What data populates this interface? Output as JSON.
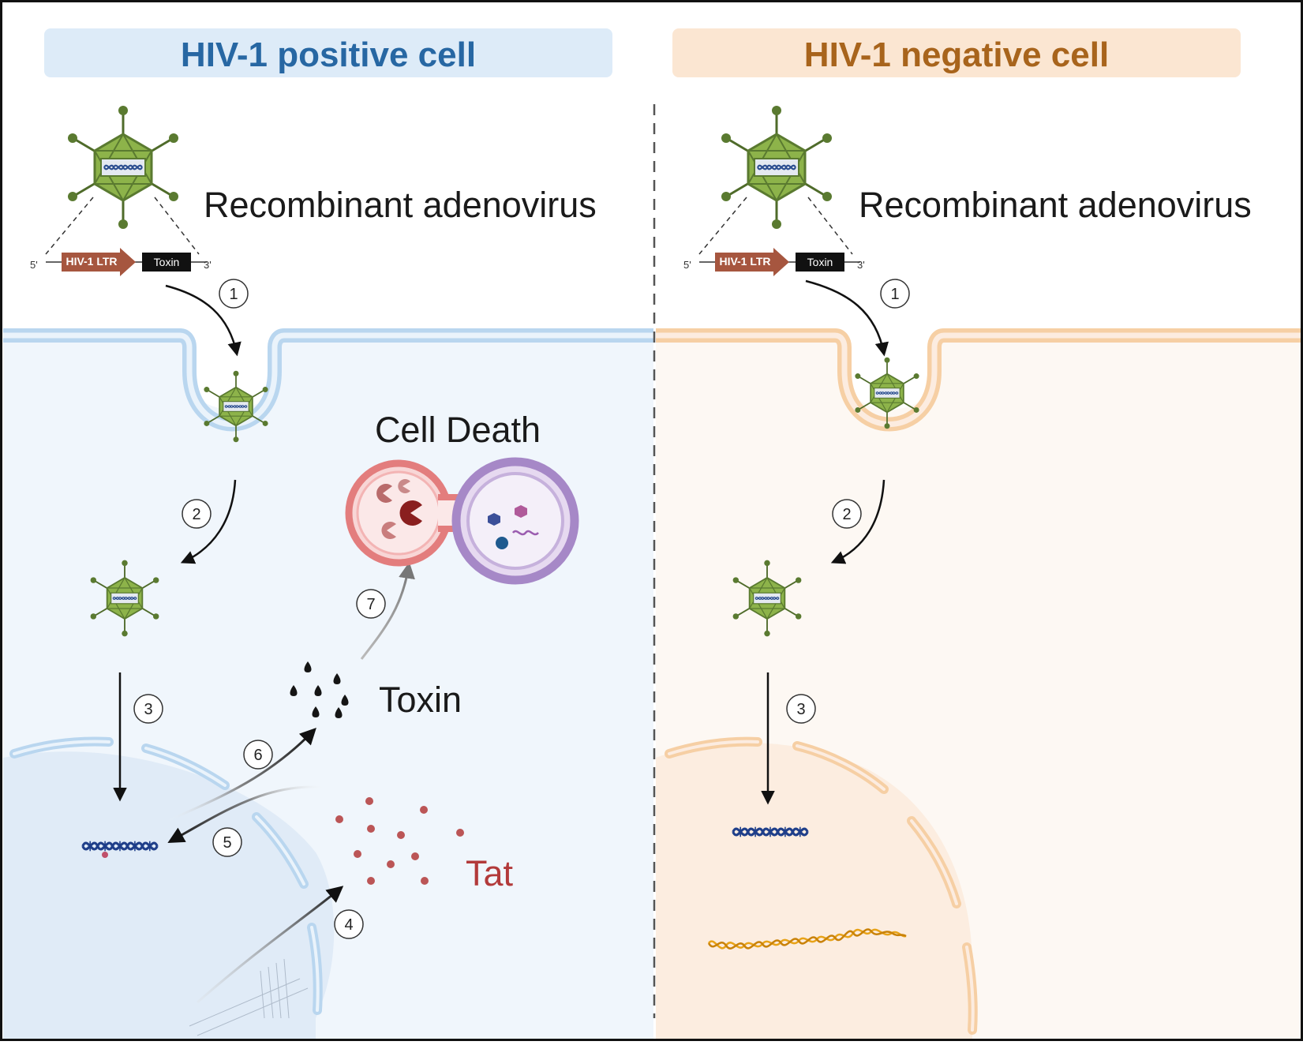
{
  "left_panel": {
    "title": "HIV-1 positive cell",
    "vector_label": "Recombinant adenovirus",
    "cassette": {
      "five_prime": "5'",
      "promoter": "HIV-1 LTR",
      "gene": "Toxin",
      "three_prime": "3'"
    },
    "steps": [
      "1",
      "2",
      "3",
      "4",
      "5",
      "6",
      "7"
    ],
    "cell_death_label": "Cell Death",
    "toxin_label": "Toxin",
    "tat_label": "Tat"
  },
  "right_panel": {
    "title": "HIV-1 negative cell",
    "vector_label": "Recombinant adenovirus",
    "cassette": {
      "five_prime": "5'",
      "promoter": "HIV-1 LTR",
      "gene": "Toxin",
      "three_prime": "3'"
    },
    "steps": [
      "1",
      "2",
      "3"
    ]
  },
  "colors": {
    "positive_title": "#2767a3",
    "negative_title": "#a8641c",
    "positive_bg": "#f0f6fc",
    "negative_bg": "#fdf8f3",
    "positive_membrane": "#b9d6ef",
    "negative_membrane": "#f6cfa4",
    "virus_fill": "#8db34a",
    "tat": "#b23a3a"
  }
}
